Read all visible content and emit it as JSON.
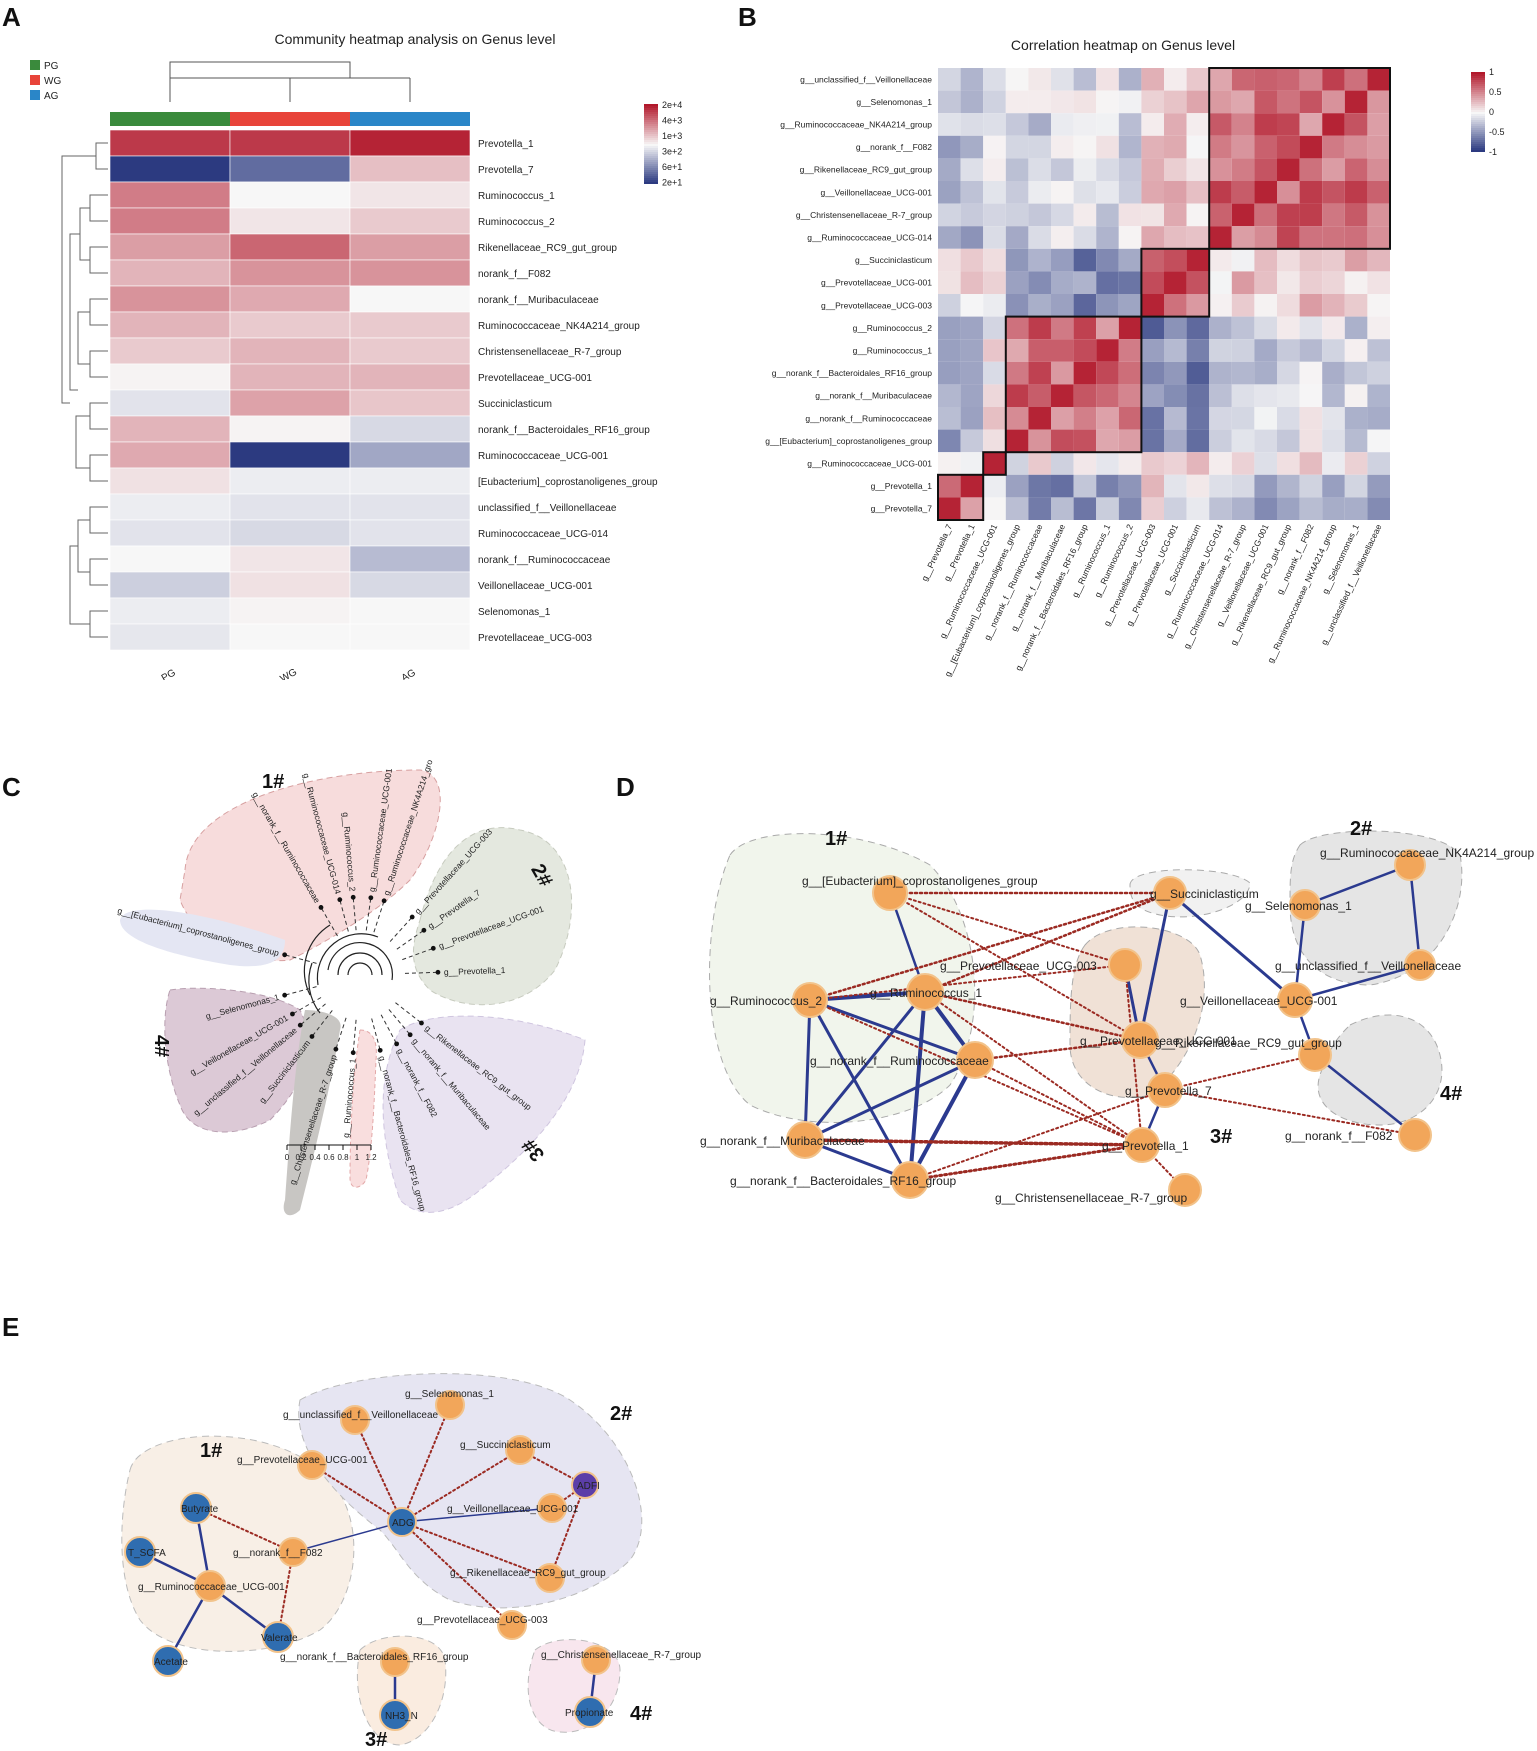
{
  "panels": {
    "A": {
      "label": "A",
      "title": "Community heatmap analysis on Genus level",
      "group_legend": [
        {
          "name": "PG",
          "color": "#3a8a3c"
        },
        {
          "name": "WG",
          "color": "#e8443a"
        },
        {
          "name": "AG",
          "color": "#2a86c8"
        }
      ],
      "columns": [
        "PG",
        "WG",
        "AG"
      ],
      "rows": [
        "Prevotella_1",
        "Prevotella_7",
        "Ruminococcus_1",
        "Ruminococcus_2",
        "Rikenellaceae_RC9_gut_group",
        "norank_f__F082",
        "norank_f__Muribaculaceae",
        "Ruminococcaceae_NK4A214_group",
        "Christensenellaceae_R-7_group",
        "Prevotellaceae_UCG-001",
        "Succiniclasticum",
        "norank_f__Bacteroidales_RF16_group",
        "Ruminococcaceae_UCG-001",
        "[Eubacterium]_coprostanoligenes_group",
        "unclassified_f__Veillonellaceae",
        "Ruminococcaceae_UCG-014",
        "norank_f__Ruminococcaceae",
        "Veillonellaceae_UCG-001",
        "Selenomonas_1",
        "Prevotellaceae_UCG-003"
      ],
      "colorbar_labels": [
        "2e+4",
        "4e+3",
        "1e+3",
        "3e+2",
        "6e+1",
        "2e+1"
      ]
    },
    "B": {
      "label": "B",
      "title": "Correlation heatmap on Genus level",
      "rows": [
        "g__unclassified_f__Veillonellaceae",
        "g__Selenomonas_1",
        "g__Ruminococcaceae_NK4A214_group",
        "g__norank_f__F082",
        "g__Rikenellaceae_RC9_gut_group",
        "g__Veillonellaceae_UCG-001",
        "g__Christensenellaceae_R-7_group",
        "g__Ruminococcaceae_UCG-014",
        "g__Succiniclasticum",
        "g__Prevotellaceae_UCG-001",
        "g__Prevotellaceae_UCG-003",
        "g__Ruminococcus_2",
        "g__Ruminococcus_1",
        "g__norank_f__Bacteroidales_RF16_group",
        "g__norank_f__Muribaculaceae",
        "g__norank_f__Ruminococcaceae",
        "g__[Eubacterium]_coprostanoligenes_group",
        "g__Ruminococcaceae_UCG-001",
        "g__Prevotella_1",
        "g__Prevotella_7"
      ],
      "columns": [
        "g__Prevotella_7",
        "g__Prevotella_1",
        "g__Ruminococcaceae_UCG-001",
        "g__[Eubacterium]_coprostanoligenes_group",
        "g__norank_f__Ruminococcaceae",
        "g__norank_f__Muribaculaceae",
        "g__norank_f__Bacteroidales_RF16_group",
        "g__Ruminococcus_1",
        "g__Ruminococcus_2",
        "g__Prevotellaceae_UCG-003",
        "g__Prevotellaceae_UCG-001",
        "g__Succiniclasticum",
        "g__Ruminococcaceae_UCG-014",
        "g__Christensenellaceae_R-7_group",
        "g__Veillonellaceae_UCG-001",
        "g__Rikenellaceae_RC9_gut_group",
        "g__norank_f__F082",
        "g__Ruminococcaceae_NK4A214_group",
        "g__Selenomonas_1",
        "g__unclassified_f__Veillonellaceae"
      ],
      "colorbar_labels": [
        "1",
        "0.5",
        "0",
        "-0.5",
        "-1"
      ]
    },
    "C": {
      "label": "C",
      "clusters": [
        "1#",
        "2#",
        "3#",
        "4#"
      ],
      "scale_ticks": [
        "0",
        "0.2",
        "0.4",
        "0.6",
        "0.8",
        "1",
        "1.2"
      ],
      "leaves": [
        "g__Prevotella_1",
        "g__Prevotellaceae_UCG-001",
        "g__Prevotella_7",
        "g__Prevotellaceae_UCG-003",
        "g__Ruminococcaceae_NK4A214_group",
        "g__Ruminococcaceae_UCG-001",
        "g__Ruminococcus_2",
        "g__Ruminococcaceae_UCG-014",
        "g__norank_f__Ruminococcaceae",
        "g__[Eubacterium]_coprostanoligenes_group",
        "g__Selenomonas_1",
        "g__Veillonellaceae_UCG-001",
        "g__unclassified_f__Veillonellaceae",
        "g__Succiniclasticum",
        "g__Christensenellaceae_R-7_group",
        "g__Ruminococcus_1",
        "g__norank_f__Bacteroidales_RF16_group",
        "g__norank_f__F082",
        "g__norank_f__Muribaculaceae",
        "g__Rikenellaceae_RC9_gut_group"
      ]
    },
    "D": {
      "label": "D",
      "clusters": [
        "1#",
        "2#",
        "3#",
        "4#"
      ],
      "nodes": [
        "g__[Eubacterium]_coprostanoligenes_group",
        "g__Succiniclasticum",
        "g__Selenomonas_1",
        "g__Ruminococcaceae_NK4A214_group",
        "g__unclassified_f__Veillonellaceae",
        "g__Prevotellaceae_UCG-003",
        "g__Ruminococcus_1",
        "g__Ruminococcus_2",
        "g__Veillonellaceae_UCG-001",
        "g__Prevotellaceae_UCG-001",
        "g__norank_f__Ruminococcaceae",
        "g__Rikenellaceae_RC9_gut_group",
        "g__Prevotella_7",
        "g__norank_f__F082",
        "g__norank_f__Muribaculaceae",
        "g__Prevotella_1",
        "g__norank_f__Bacteroidales_RF16_group",
        "g__Christensenellaceae_R-7_group"
      ]
    },
    "E": {
      "label": "E",
      "clusters": [
        "1#",
        "2#",
        "3#",
        "4#"
      ],
      "nodes": [
        "g__Selenomonas_1",
        "g__unclassified_f__Veillonellaceae",
        "g__Succiniclasticum",
        "g__Prevotellaceae_UCG-001",
        "ADFI",
        "ADG",
        "g__Veillonellaceae_UCG-001",
        "Butyrate",
        "T_SCFA",
        "g__norank_f__F082",
        "g__Rikenellaceae_RC9_gut_group",
        "g__Ruminococcaceae_UCG-001",
        "g__Prevotellaceae_UCG-003",
        "Valerate",
        "Acetate",
        "g__Christensenellaceae_R-7_group",
        "g__norank_f__Bacteroidales_RF16_group",
        "NH3_N",
        "Propionate"
      ]
    }
  },
  "colors": {
    "red": "#b2182b",
    "blue": "#22307a",
    "node_orange": "#f2a65a",
    "node_blue": "#2f6db0",
    "edge_pos": "#2b3a8f",
    "edge_neg": "#9b2a22"
  }
}
